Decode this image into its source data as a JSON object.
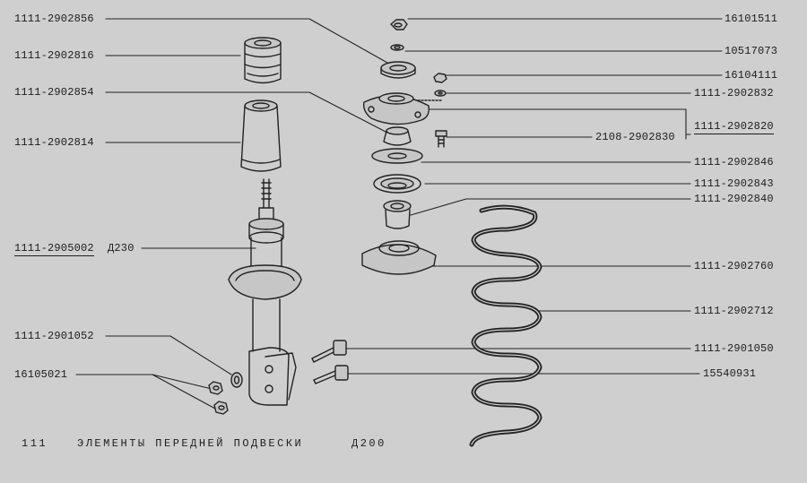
{
  "labels": {
    "p_2856": "1111-2902856",
    "p_2816": "1111-2902816",
    "p_2854": "1111-2902854",
    "p_2814": "1111-2902814",
    "p_5002": "1111-2905002",
    "p_5002_suffix": "Д230",
    "p_1052": "1111-2901052",
    "p_21": "16105021",
    "p_1511": "16101511",
    "p_7073": "10517073",
    "p_4111": "16104111",
    "p_2832": "1111-2902832",
    "p_2820": "1111-2902820",
    "p_2830": "2108-2902830",
    "p_2846": "1111-2902846",
    "p_2843": "1111-2902843",
    "p_2840": "1111-2902840",
    "p_2760": "1111-2902760",
    "p_2712": "1111-2902712",
    "p_1050": "1111-2901050",
    "p_0931": "15540931"
  },
  "footer": {
    "page": "111",
    "title": "ЭЛЕМЕНТЫ ПЕРЕДНЕЙ ПОДВЕСКИ",
    "code": "Д200"
  }
}
